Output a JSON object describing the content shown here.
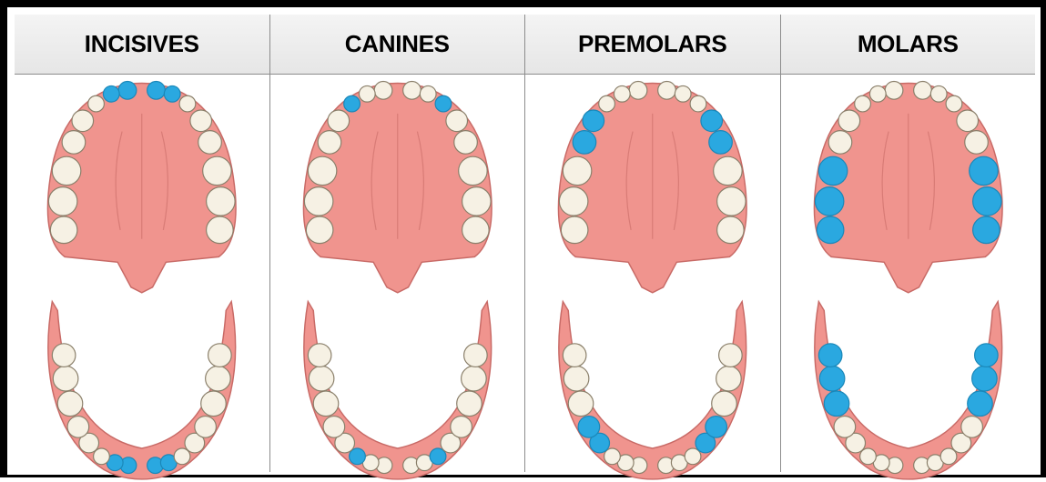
{
  "panels": [
    {
      "title": "INCISIVES",
      "highlight": "incisors"
    },
    {
      "title": "CANINES",
      "highlight": "canines"
    },
    {
      "title": "PREMOLARS",
      "highlight": "premolars"
    },
    {
      "title": "MOLARS",
      "highlight": "molars"
    }
  ],
  "colors": {
    "gum": "#f0948e",
    "gum_dark": "#c86a66",
    "tooth": "#f6f1e4",
    "tooth_edge": "#8a7f6a",
    "highlight": "#2aa8e0",
    "border": "#000000"
  }
}
